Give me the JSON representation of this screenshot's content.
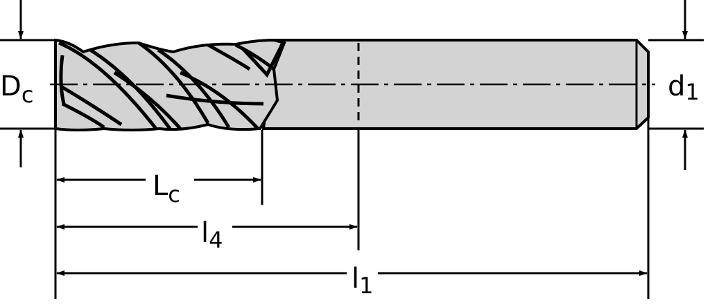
{
  "colors": {
    "tool_fill": "#d3d3d3",
    "line": "#000000",
    "background": "#ffffff"
  },
  "labels": {
    "cutting_diameter": {
      "base": "D",
      "sub": "c"
    },
    "shank_diameter": {
      "base": "d",
      "sub": "1"
    },
    "cutting_length": {
      "base": "L",
      "sub": "c"
    },
    "length_4": {
      "base": "l",
      "sub": "4"
    },
    "overall_length": {
      "base": "l",
      "sub": "1"
    }
  }
}
